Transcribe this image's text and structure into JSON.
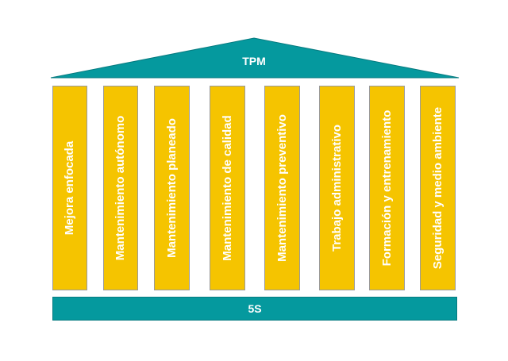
{
  "roof": {
    "label": "TPM"
  },
  "pillars": [
    {
      "label": "Mejora enfocada"
    },
    {
      "label": "Mantenimiento autónomo"
    },
    {
      "label": "Mantenimiento planeado"
    },
    {
      "label": "Mantenimiento de calidad"
    },
    {
      "label": "Mantenimiento preventivo"
    },
    {
      "label": "Trabajo administrativo"
    },
    {
      "label": "Formación y entrenamiento"
    },
    {
      "label": "Seguridad y medio ambiente"
    }
  ],
  "base": {
    "label": "5S"
  },
  "colors": {
    "teal": "#05999e",
    "pillar_yellow": "#f5c400",
    "text": "#ffffff"
  }
}
